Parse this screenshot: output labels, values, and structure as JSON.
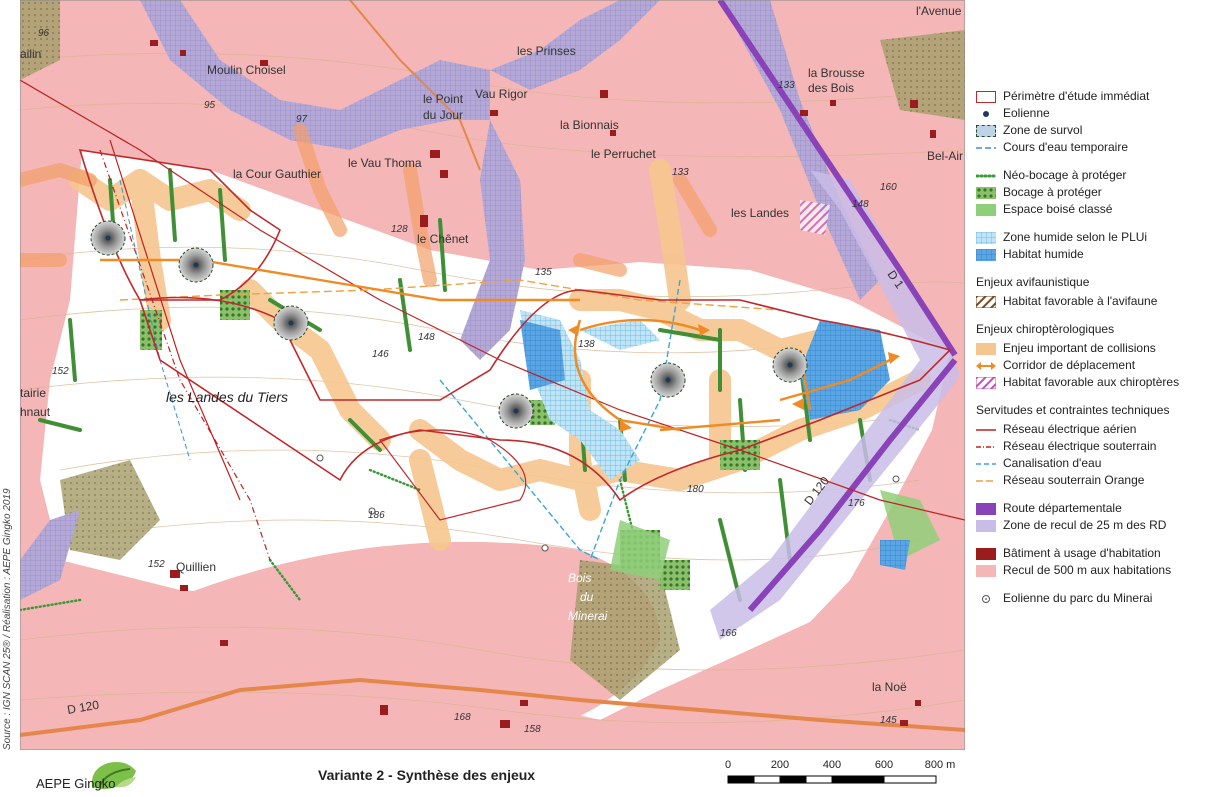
{
  "map": {
    "places": [
      {
        "id": "moulin",
        "text": "Moulin Choisel"
      },
      {
        "id": "prinses",
        "text": "les Prinses"
      },
      {
        "id": "vau",
        "text": "Vau Rigor"
      },
      {
        "id": "point",
        "text": "le Point"
      },
      {
        "id": "jour",
        "text": "du Jour"
      },
      {
        "id": "bionnais",
        "text": "la Bionnais"
      },
      {
        "id": "perruchet",
        "text": "le Perruchet"
      },
      {
        "id": "brousse1",
        "text": "la Brousse"
      },
      {
        "id": "brousse2",
        "text": "des Bois"
      },
      {
        "id": "avenue",
        "text": "l'Avenue"
      },
      {
        "id": "cour",
        "text": "la Cour Gauthier"
      },
      {
        "id": "vauthom",
        "text": "le Vau Thoma"
      },
      {
        "id": "chenet",
        "text": "le Chênet"
      },
      {
        "id": "landes",
        "text": "les Landes"
      },
      {
        "id": "belair",
        "text": "Bel-Air"
      },
      {
        "id": "tairie",
        "text": "tairie"
      },
      {
        "id": "hnaut",
        "text": "hnaut"
      },
      {
        "id": "landestiers",
        "text": "les Landes du Tiers"
      },
      {
        "id": "quillien",
        "text": "Quillien"
      },
      {
        "id": "bois",
        "text": "Bois"
      },
      {
        "id": "du",
        "text": "du"
      },
      {
        "id": "minerai",
        "text": "Minerai"
      },
      {
        "id": "noe",
        "text": "la Noë"
      },
      {
        "id": "ailin",
        "text": "ailin"
      }
    ],
    "road_labels": [
      {
        "id": "d1",
        "text": "D 1"
      },
      {
        "id": "d120a",
        "text": "D 120"
      },
      {
        "id": "d120b",
        "text": "D 120"
      }
    ],
    "elevations": [
      {
        "id": "e96",
        "text": "96"
      },
      {
        "id": "e95",
        "text": "95"
      },
      {
        "id": "e97",
        "text": "97"
      },
      {
        "id": "e133a",
        "text": "133"
      },
      {
        "id": "e133b",
        "text": "133"
      },
      {
        "id": "e160",
        "text": "160"
      },
      {
        "id": "e148a",
        "text": "148"
      },
      {
        "id": "e128",
        "text": "128"
      },
      {
        "id": "e148b",
        "text": "148"
      },
      {
        "id": "e146",
        "text": "146"
      },
      {
        "id": "e138",
        "text": "138"
      },
      {
        "id": "e135",
        "text": "135"
      },
      {
        "id": "e152a",
        "text": "152"
      },
      {
        "id": "e186",
        "text": "186"
      },
      {
        "id": "e180",
        "text": "180"
      },
      {
        "id": "e176",
        "text": "176"
      },
      {
        "id": "e152b",
        "text": "152"
      },
      {
        "id": "e168",
        "text": "168"
      },
      {
        "id": "e158",
        "text": "158"
      },
      {
        "id": "e145",
        "text": "145"
      },
      {
        "id": "e166",
        "text": "166"
      }
    ],
    "source": "Source : IGN SCAN 25® / Réalisation : AEPE Gingko 2019",
    "colors": {
      "recul": "#f4b6b6",
      "study_perimeter": "#c0282c",
      "bocage": "#4a9a3a",
      "zone_humide": "#8fd0ee",
      "habitat_humide": "#3f8fd6",
      "collision": "#f6c68e",
      "corridor": "#f08a24",
      "route": "#8a42b8",
      "recul_rd": "#c9bde8",
      "batiment": "#9b1c1c",
      "habitat_chiro": "#c552b8"
    }
  },
  "legend": {
    "group1": [
      {
        "name": "perimetre",
        "label": "Périmètre d'étude immédiat"
      },
      {
        "name": "eolienne",
        "label": "Eolienne"
      },
      {
        "name": "zone-survol",
        "label": "Zone de survol"
      },
      {
        "name": "cours-eau",
        "label": "Cours d'eau temporaire"
      }
    ],
    "group2": [
      {
        "name": "neo-bocage",
        "label": "Néo-bocage à protéger"
      },
      {
        "name": "bocage",
        "label": "Bocage à protéger"
      },
      {
        "name": "espace-boise",
        "label": "Espace boisé classé"
      }
    ],
    "group3": [
      {
        "name": "zone-humide",
        "label": "Zone humide selon le PLUi"
      },
      {
        "name": "habitat-humide",
        "label": "Habitat humide"
      }
    ],
    "avifaune_title": "Enjeux avifaunistique",
    "avifaune": [
      {
        "name": "habitat-avifaune",
        "label": "Habitat favorable à l'avifaune"
      }
    ],
    "chiro_title": "Enjeux chiroptèrologiques",
    "chiro": [
      {
        "name": "collision",
        "label": "Enjeu important de collisions"
      },
      {
        "name": "corridor",
        "label": "Corridor de déplacement"
      },
      {
        "name": "habitat-chiro",
        "label": "Habitat favorable aux chiroptères"
      }
    ],
    "servitudes_title": "Servitudes et contraintes techniques",
    "servitudes": [
      {
        "name": "reseau-aerien",
        "label": "Réseau électrique aérien"
      },
      {
        "name": "reseau-souterrain",
        "label": "Réseau électrique souterrain"
      },
      {
        "name": "canalisation",
        "label": "Canalisation d'eau"
      },
      {
        "name": "reseau-orange",
        "label": "Réseau souterrain Orange"
      }
    ],
    "group7": [
      {
        "name": "route",
        "label": "Route départementale"
      },
      {
        "name": "recul-rd",
        "label": "Zone de recul de 25 m des RD"
      }
    ],
    "group8": [
      {
        "name": "batiment",
        "label": "Bâtiment à usage d'habitation"
      },
      {
        "name": "recul-habitations",
        "label": "Recul de 500 m aux habitations"
      }
    ],
    "group9": [
      {
        "name": "eolienne-minerai",
        "label": "Eolienne du parc du Minerai"
      }
    ]
  },
  "footer": {
    "title": "Variante 2 - Synthèse des enjeux",
    "org": "AEPE Gingko"
  },
  "scale": {
    "ticks": [
      "0",
      "200",
      "400",
      "600",
      "800 m"
    ]
  }
}
